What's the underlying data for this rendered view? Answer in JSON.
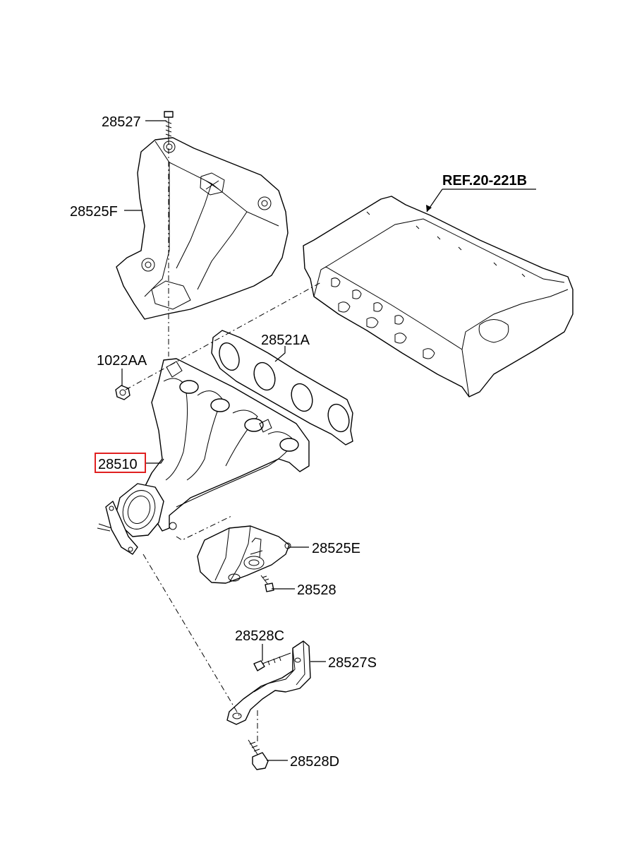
{
  "labels": {
    "p28527": "28527",
    "p28525F": "28525F",
    "p1022AA": "1022AA",
    "p28521A": "28521A",
    "p28510": "28510",
    "p28525E": "28525E",
    "p28528": "28528",
    "p28528C": "28528C",
    "p28527S": "28527S",
    "p28528D": "28528D",
    "ref": "REF.20-221B"
  },
  "highlight": {
    "part": "28510",
    "color": "#e02020"
  }
}
